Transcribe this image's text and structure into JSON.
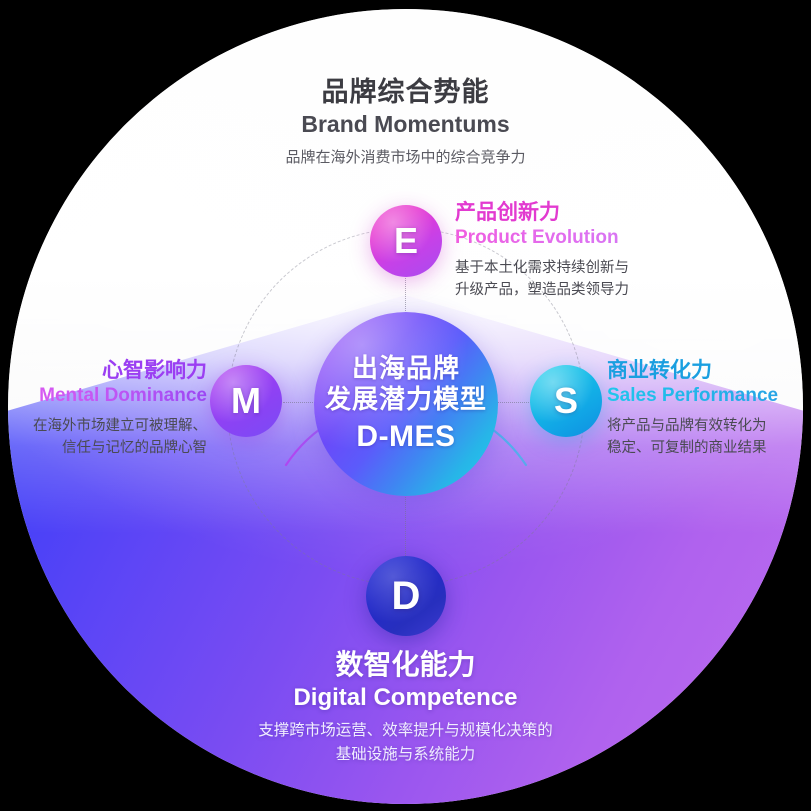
{
  "header": {
    "title_cn": "品牌综合势能",
    "title_en": "Brand Momentums",
    "subtitle_cn": "品牌在海外消费市场中的综合竞争力"
  },
  "core": {
    "line1_cn": "出海品牌",
    "line2_cn": "发展潜力模型",
    "acronym": "D-MES"
  },
  "pillars": [
    {
      "key": "E",
      "badge": "E",
      "title_cn": "产品创新力",
      "title_en": "Product Evolution",
      "desc_line1": "基于本土化需求持续创新与",
      "desc_line2": "升级产品，塑造品类领导力",
      "color": "#e23ad0"
    },
    {
      "key": "M",
      "badge": "M",
      "title_cn": "心智影响力",
      "title_en": "Mental Dominance",
      "desc_line1": "在海外市场建立可被理解、",
      "desc_line2": "信任与记忆的品牌心智",
      "color": "#9b3ff2"
    },
    {
      "key": "S",
      "badge": "S",
      "title_cn": "商业转化力",
      "title_en": "Sales Performance",
      "desc_line1": "将产品与品牌有效转化为",
      "desc_line2": "稳定、可复制的商业结果",
      "color": "#1a9fe0"
    },
    {
      "key": "D",
      "badge": "D",
      "title_cn": "数智化能力",
      "title_en": "Digital Competence",
      "desc_line1": "支撑跨市场运营、效率提升与规模化决策的",
      "desc_line2": "基础设施与系统能力",
      "color": "#2730d6"
    }
  ],
  "theme": {
    "accent_purple": "#8b4ff8",
    "accent_magenta": "#e23ad0",
    "accent_cyan": "#22d3ee",
    "accent_blue": "#2730d6",
    "disc_top": "#c6c6c8",
    "disc_bottom": "#ffffff"
  }
}
